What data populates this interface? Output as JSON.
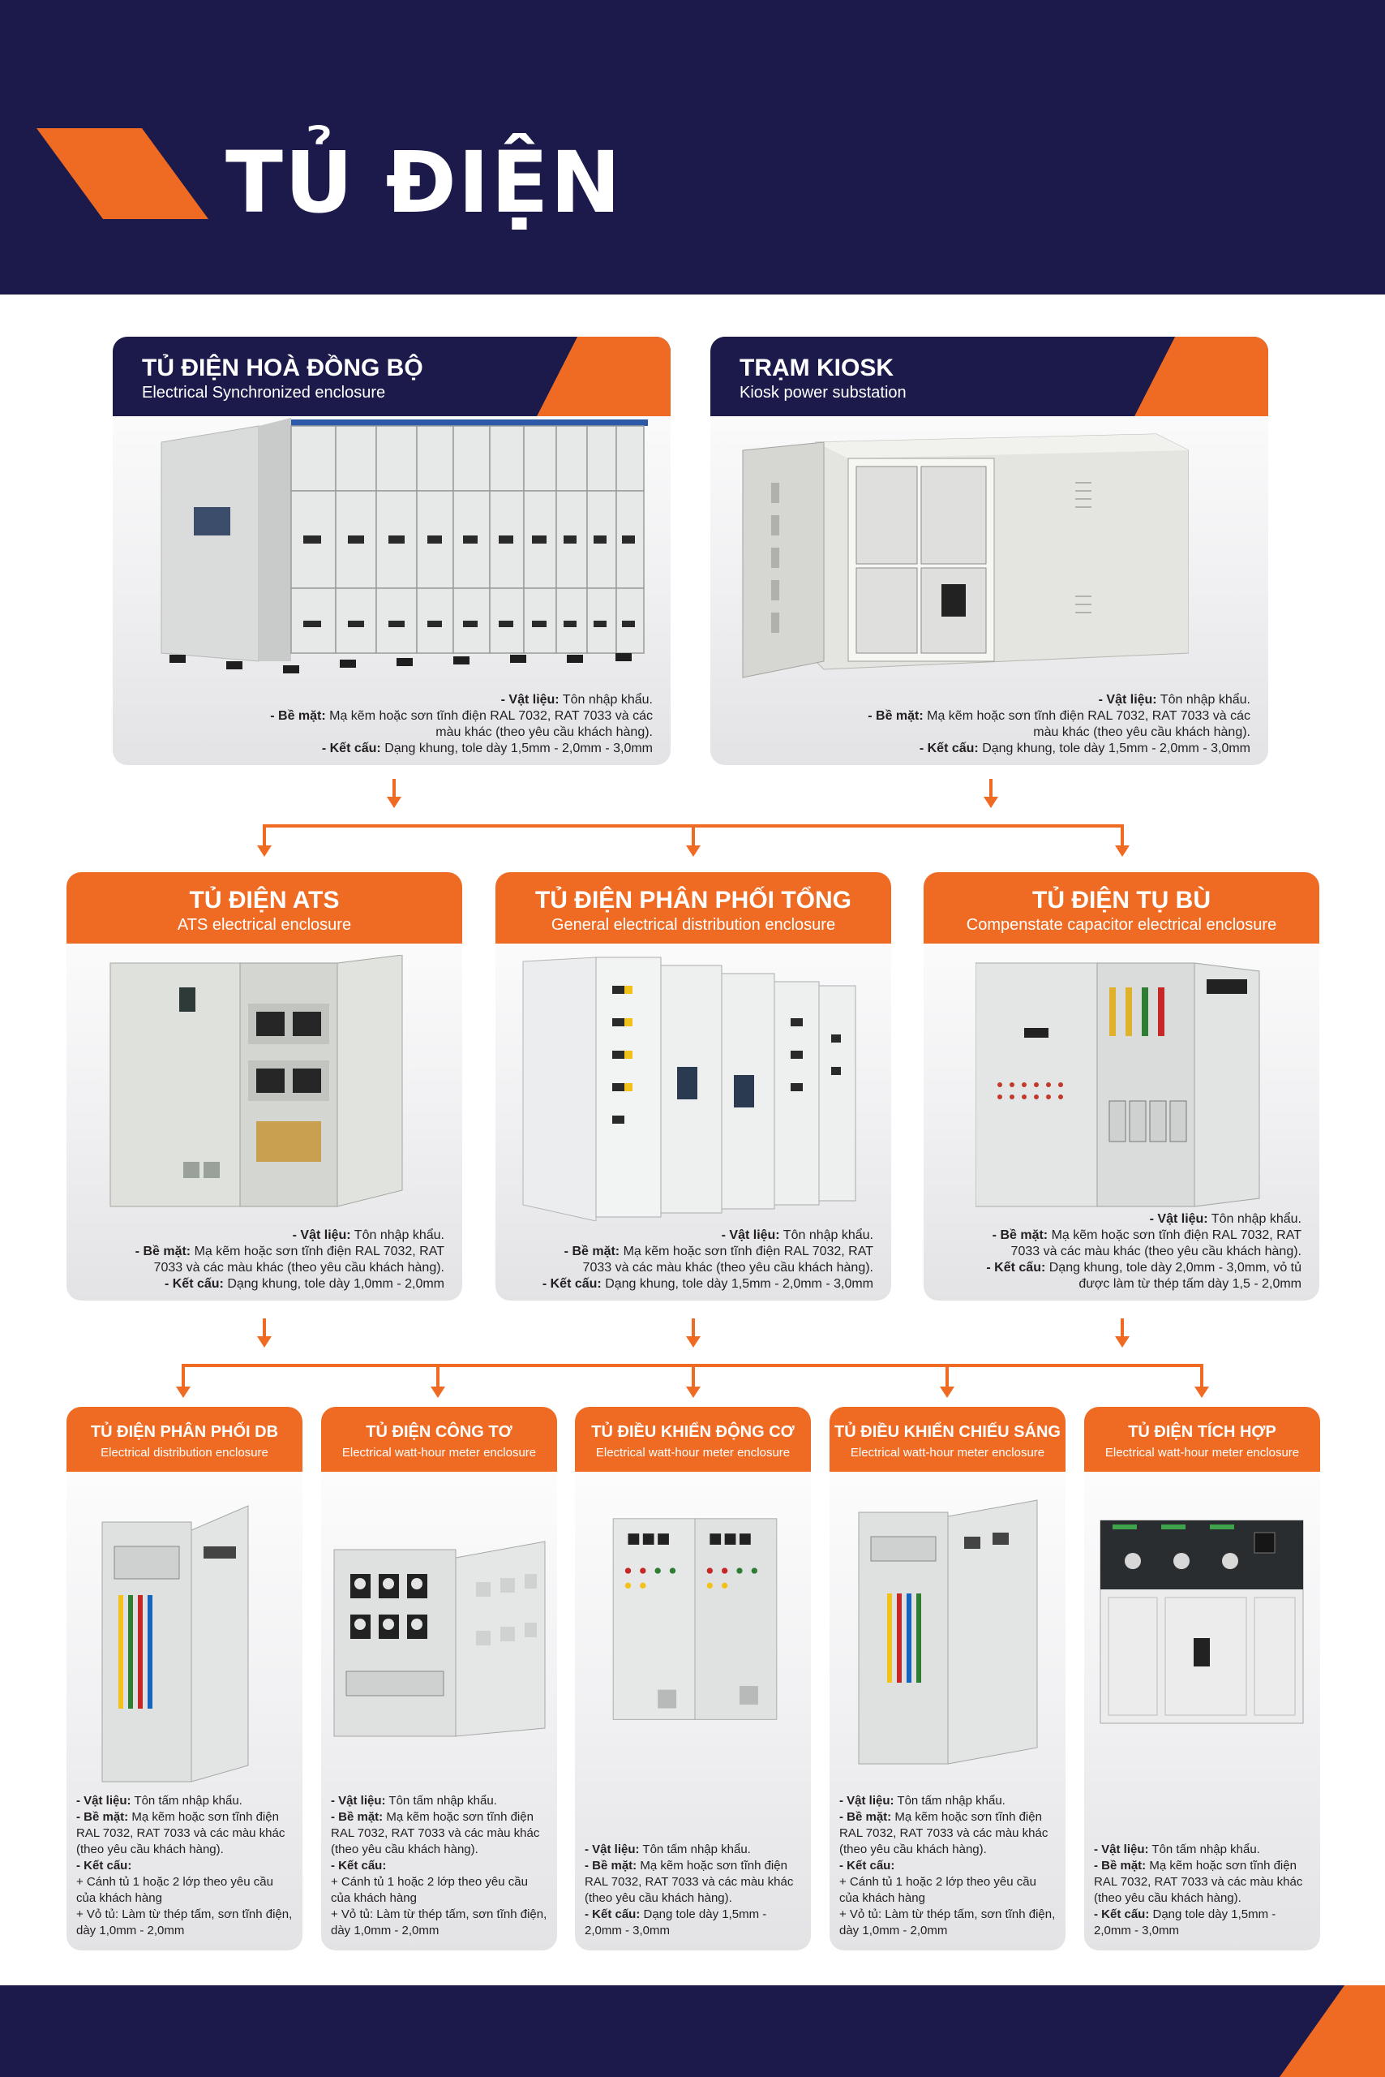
{
  "header": {
    "title": "TỦ ĐIỆN"
  },
  "colors": {
    "navy": "#1b1a4b",
    "orange": "#ef6b23",
    "card_bg": "#eeeef0"
  },
  "cards": {
    "dong_bo": {
      "title": "TỦ ĐIỆN HOÀ ĐỒNG BỘ",
      "subtitle": "Electrical Synchronized enclosure",
      "image": "synchronized-switchgear-image",
      "specs": [
        {
          "label": "- Vật liệu:",
          "text": " Tôn nhập khẩu."
        },
        {
          "label": "- Bề mặt:",
          "text": " Mạ kẽm hoặc sơn tĩnh điện RAL 7032, RAT 7033 và các"
        },
        {
          "label": "",
          "text": "màu khác (theo yêu cầu khách hàng)."
        },
        {
          "label": "- Kết cấu:",
          "text": " Dạng khung, tole dày 1,5mm - 2,0mm - 3,0mm"
        }
      ]
    },
    "kiosk": {
      "title": "TRẠM KIOSK",
      "subtitle": "Kiosk power substation",
      "image": "kiosk-substation-image",
      "specs": [
        {
          "label": "- Vật liệu:",
          "text": " Tôn nhập khẩu."
        },
        {
          "label": "- Bề mặt:",
          "text": " Mạ kẽm hoặc sơn tĩnh điện RAL 7032, RAT 7033 và các"
        },
        {
          "label": "",
          "text": "màu khác (theo yêu cầu khách hàng)."
        },
        {
          "label": "- Kết cấu:",
          "text": " Dạng khung, tole dày 1,5mm - 2,0mm - 3,0mm"
        }
      ]
    },
    "ats": {
      "title": "TỦ ĐIỆN ATS",
      "subtitle": "ATS electrical enclosure",
      "image": "ats-enclosure-image",
      "specs": [
        {
          "label": "- Vật liệu:",
          "text": " Tôn nhập khẩu."
        },
        {
          "label": "- Bề mặt:",
          "text": " Mạ kẽm hoặc sơn tĩnh điện RAL 7032, RAT"
        },
        {
          "label": "",
          "text": "7033 và các màu khác (theo yêu cầu khách hàng)."
        },
        {
          "label": "- Kết cấu:",
          "text": " Dạng khung, tole dày 1,0mm - 2,0mm"
        }
      ]
    },
    "phan_phoi_tong": {
      "title": "TỦ ĐIỆN PHÂN PHỐI TỔNG",
      "subtitle": "General electrical distribution enclosure",
      "image": "distribution-enclosure-image",
      "specs": [
        {
          "label": "- Vật liệu:",
          "text": " Tôn nhập khẩu."
        },
        {
          "label": "- Bề mặt:",
          "text": " Mạ kẽm hoặc sơn tĩnh điện RAL 7032, RAT"
        },
        {
          "label": "",
          "text": "7033 và các màu khác (theo yêu cầu khách hàng)."
        },
        {
          "label": "- Kết cấu:",
          "text": " Dạng khung, tole dày 1,5mm - 2,0mm - 3,0mm"
        }
      ]
    },
    "tu_bu": {
      "title": "TỦ ĐIỆN TỤ BÙ",
      "subtitle": "Compenstate capacitor electrical enclosure",
      "image": "capacitor-enclosure-image",
      "specs": [
        {
          "label": "- Vật liệu:",
          "text": " Tôn nhập khẩu."
        },
        {
          "label": "- Bề mặt:",
          "text": " Mạ kẽm hoặc sơn tĩnh điện RAL 7032, RAT"
        },
        {
          "label": "",
          "text": "7033 và các màu khác (theo yêu cầu khách hàng)."
        },
        {
          "label": "- Kết cấu:",
          "text": " Dạng khung, tole dày 2,0mm - 3,0mm, vỏ tủ"
        },
        {
          "label": "",
          "text": "được làm từ thép tấm dày 1,5 - 2,0mm"
        }
      ]
    },
    "db": {
      "title": "TỦ ĐIỆN PHÂN PHỐI DB",
      "subtitle": "Electrical distribution enclosure",
      "image": "db-enclosure-image",
      "specs": [
        {
          "label": "- Vật liệu:",
          "text": " Tôn tấm nhập khẩu."
        },
        {
          "label": "- Bề mặt:",
          "text": " Mạ kẽm hoặc sơn tĩnh điện"
        },
        {
          "label": "",
          "text": "RAL 7032, RAT 7033 và các màu khác"
        },
        {
          "label": "",
          "text": "(theo yêu cầu khách hàng)."
        },
        {
          "label": "- Kết cấu:",
          "text": ""
        },
        {
          "label": "",
          "text": " + Cánh tủ 1 hoặc 2 lớp theo yêu cầu"
        },
        {
          "label": "",
          "text": "của khách hàng"
        },
        {
          "label": "",
          "text": "+ Vỏ tủ: Làm từ thép tấm, sơn tĩnh điện,"
        },
        {
          "label": "",
          "text": "dày 1,0mm - 2,0mm"
        }
      ]
    },
    "cong_to": {
      "title": "TỦ ĐIỆN CÔNG TƠ",
      "subtitle": "Electrical watt-hour meter enclosure",
      "image": "meter-enclosure-image",
      "specs": [
        {
          "label": "- Vật liệu:",
          "text": " Tôn tấm nhập khẩu."
        },
        {
          "label": "- Bề mặt:",
          "text": " Mạ kẽm hoặc sơn tĩnh điện"
        },
        {
          "label": "",
          "text": "RAL 7032, RAT 7033 và các màu khác"
        },
        {
          "label": "",
          "text": "(theo yêu cầu khách hàng)."
        },
        {
          "label": "- Kết cấu:",
          "text": ""
        },
        {
          "label": "",
          "text": "+ Cánh tủ 1 hoặc 2 lớp theo yêu cầu"
        },
        {
          "label": "",
          "text": "của khách hàng"
        },
        {
          "label": "",
          "text": "+ Vỏ tủ: Làm từ thép tấm, sơn tĩnh điện,"
        },
        {
          "label": "",
          "text": "dày 1,0mm - 2,0mm"
        }
      ]
    },
    "dong_co": {
      "title": "TỦ ĐIỀU KHIỂN ĐỘNG CƠ",
      "subtitle": "Electrical watt-hour meter enclosure",
      "image": "motor-control-enclosure-image",
      "specs": [
        {
          "label": "- Vật liệu:",
          "text": " Tôn tấm nhập khẩu."
        },
        {
          "label": "- Bề mặt:",
          "text": " Mạ kẽm hoặc sơn tĩnh điện"
        },
        {
          "label": "",
          "text": "RAL 7032, RAT 7033 và các màu khác"
        },
        {
          "label": "",
          "text": "(theo yêu cầu khách hàng)."
        },
        {
          "label": "- Kết cấu:",
          "text": " Dạng tole dày 1,5mm -"
        },
        {
          "label": "",
          "text": "2,0mm - 3,0mm"
        }
      ]
    },
    "chieu_sang": {
      "title": "TỦ ĐIỀU KHIỂN CHIẾU SÁNG",
      "subtitle": "Electrical watt-hour meter enclosure",
      "image": "lighting-control-enclosure-image",
      "specs": [
        {
          "label": "- Vật liệu:",
          "text": " Tôn tấm nhập khẩu."
        },
        {
          "label": "- Bề mặt:",
          "text": " Mạ kẽm hoặc sơn tĩnh điện"
        },
        {
          "label": "",
          "text": "RAL 7032, RAT 7033 và các màu khác"
        },
        {
          "label": "",
          "text": "(theo yêu cầu khách hàng)."
        },
        {
          "label": "- Kết cấu:",
          "text": ""
        },
        {
          "label": "",
          "text": "+ Cánh tủ 1 hoặc 2 lớp theo yêu cầu"
        },
        {
          "label": "",
          "text": "của khách hàng"
        },
        {
          "label": "",
          "text": "+ Vỏ tủ: Làm từ thép tấm, sơn tĩnh điện,"
        },
        {
          "label": "",
          "text": "dày 1,0mm - 2,0mm"
        }
      ]
    },
    "tich_hop": {
      "title": "TỦ ĐIỆN TÍCH HỢP",
      "subtitle": "Electrical watt-hour meter enclosure",
      "image": "integrated-enclosure-image",
      "specs": [
        {
          "label": "- Vật liệu:",
          "text": " Tôn tấm nhập khẩu."
        },
        {
          "label": "- Bề mặt:",
          "text": " Mạ kẽm hoặc sơn tĩnh điện"
        },
        {
          "label": "",
          "text": "RAL 7032, RAT 7033 và các màu khác"
        },
        {
          "label": "",
          "text": "(theo yêu cầu khách hàng)."
        },
        {
          "label": "- Kết cấu:",
          "text": " Dạng tole dày 1,5mm -"
        },
        {
          "label": "",
          "text": "2,0mm - 3,0mm"
        }
      ]
    }
  }
}
